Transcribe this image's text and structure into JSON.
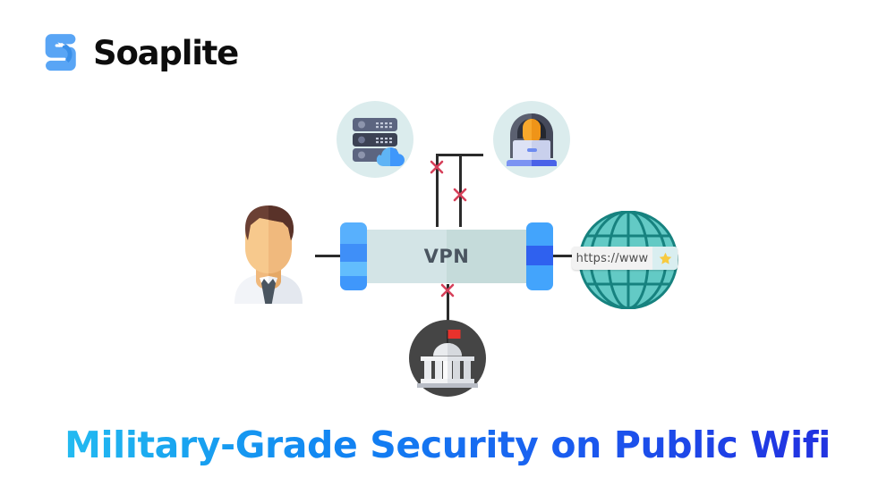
{
  "brand": {
    "logo_icon": "soaplite-s-logo-icon",
    "name": "Soaplite",
    "mark_color": "#59a5f5"
  },
  "headline": {
    "text": "Military-Grade Security on Public Wifi",
    "gradient_start": "#2ac7f2",
    "gradient_end": "#2430dd"
  },
  "diagram": {
    "tunnel": {
      "label": "VPN",
      "body_color": "#d3e4e6",
      "cap_color": "#3f97fb"
    },
    "nodes": {
      "user": {
        "name": "Business user",
        "icon": "businessman-avatar-icon"
      },
      "server": {
        "name": "Cloud server",
        "icon": "server-cloud-icon",
        "badge_color": "#dbeced"
      },
      "hacker": {
        "name": "Hacker",
        "icon": "hacker-laptop-icon",
        "badge_color": "#dbeced"
      },
      "government": {
        "name": "Government agency",
        "icon": "government-building-icon",
        "badge_color": "#454545"
      },
      "internet": {
        "name": "Internet",
        "icon": "globe-icon",
        "url_text": "https://www",
        "bookmark_icon": "star-icon",
        "globe_color": "#5fc8c3"
      }
    },
    "blocked_markers": {
      "icon": "red-x-block-icon",
      "color": "#d6405a",
      "count": 3
    }
  }
}
